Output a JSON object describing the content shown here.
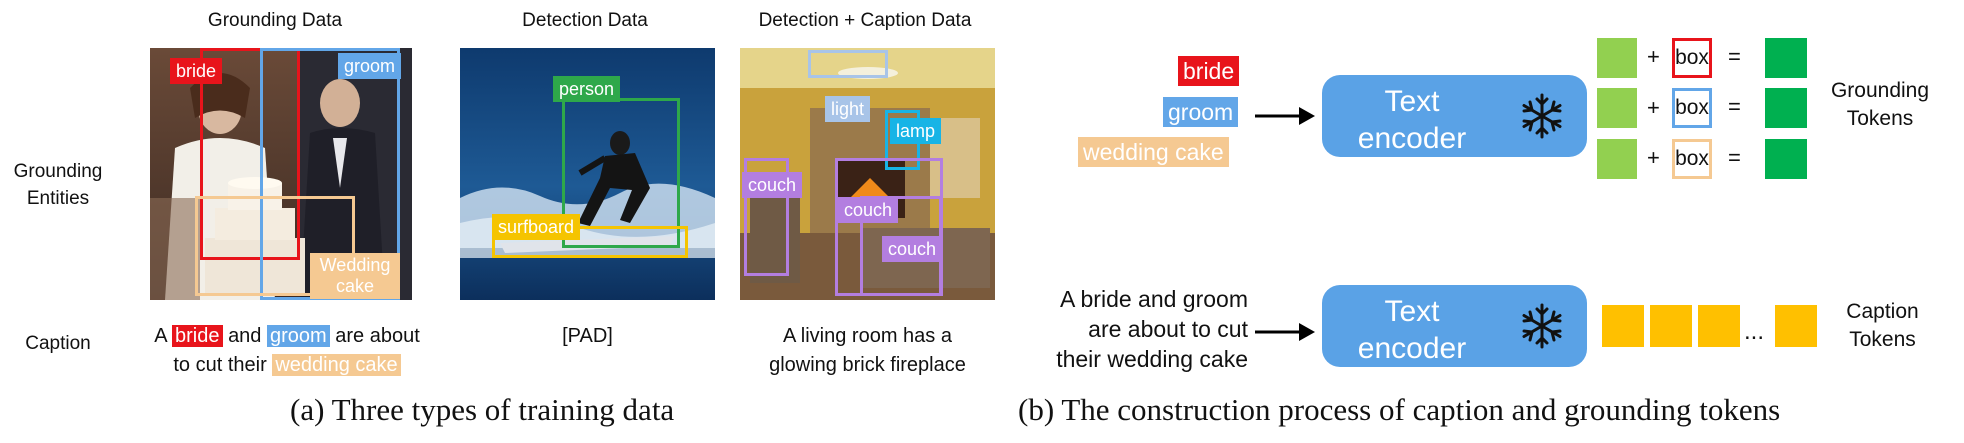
{
  "colors": {
    "red": "#e8141b",
    "blue": "#62a6e8",
    "orange": "#f5c992",
    "green": "#2ea84a",
    "yellow": "#f5c400",
    "cyan": "#17b4e6",
    "purple": "#b37ee0",
    "encoder": "#5aa2e6",
    "light_green": "#92d050",
    "dark_green": "#00b050",
    "token_yellow": "#ffc000",
    "lightbox": "#a8c4e8"
  },
  "panel_a": {
    "headers": [
      "Grounding Data",
      "Detection Data",
      "Detection + Caption Data"
    ],
    "row_labels": {
      "entities": "Grounding Entities",
      "caption": "Caption"
    },
    "grounding": {
      "boxes": [
        {
          "label": "bride",
          "color": "#e8141b"
        },
        {
          "label": "groom",
          "color": "#62a6e8"
        },
        {
          "label": "Wedding cake",
          "color": "#f5c992"
        }
      ],
      "caption": {
        "part1": "A",
        "bride": "bride",
        "part2": "and",
        "groom": "groom",
        "part3": "are about",
        "part4": "to cut their",
        "cake": "wedding cake"
      }
    },
    "detection": {
      "boxes": [
        {
          "label": "person",
          "color": "#2ea84a"
        },
        {
          "label": "surfboard",
          "color": "#f5c400"
        }
      ],
      "caption": "[PAD]"
    },
    "detcap": {
      "boxes": [
        {
          "label": "light",
          "color": "#a8c4e8"
        },
        {
          "label": "lamp",
          "color": "#17b4e6"
        },
        {
          "label": "couch",
          "color": "#b37ee0"
        },
        {
          "label": "couch",
          "color": "#b37ee0"
        },
        {
          "label": "couch",
          "color": "#b37ee0"
        }
      ],
      "caption_line1": "A living room has a",
      "caption_line2": "glowing brick fireplace"
    },
    "figure_caption": "(a) Three types of training data"
  },
  "panel_b": {
    "entities": [
      {
        "text": "bride",
        "color": "#e8141b"
      },
      {
        "text": "groom",
        "color": "#62a6e8"
      },
      {
        "text": "wedding cake",
        "color": "#f5c992"
      }
    ],
    "encoder_label_line1": "Text",
    "encoder_label_line2": "encoder",
    "frozen_icon": "snowflake-icon",
    "grounding_rows": [
      {
        "plus": "+",
        "box": "box",
        "box_color": "#e8141b",
        "equals": "="
      },
      {
        "plus": "+",
        "box": "box",
        "box_color": "#62a6e8",
        "equals": "="
      },
      {
        "plus": "+",
        "box": "box",
        "box_color": "#f5c992",
        "equals": "="
      }
    ],
    "grounding_tokens_label": "Grounding Tokens",
    "caption_text": [
      "A bride and groom",
      "are about to cut",
      "their wedding cake"
    ],
    "ellipsis": "...",
    "caption_tokens_label": "Caption Tokens",
    "figure_caption": "(b) The construction process of caption and grounding tokens"
  }
}
